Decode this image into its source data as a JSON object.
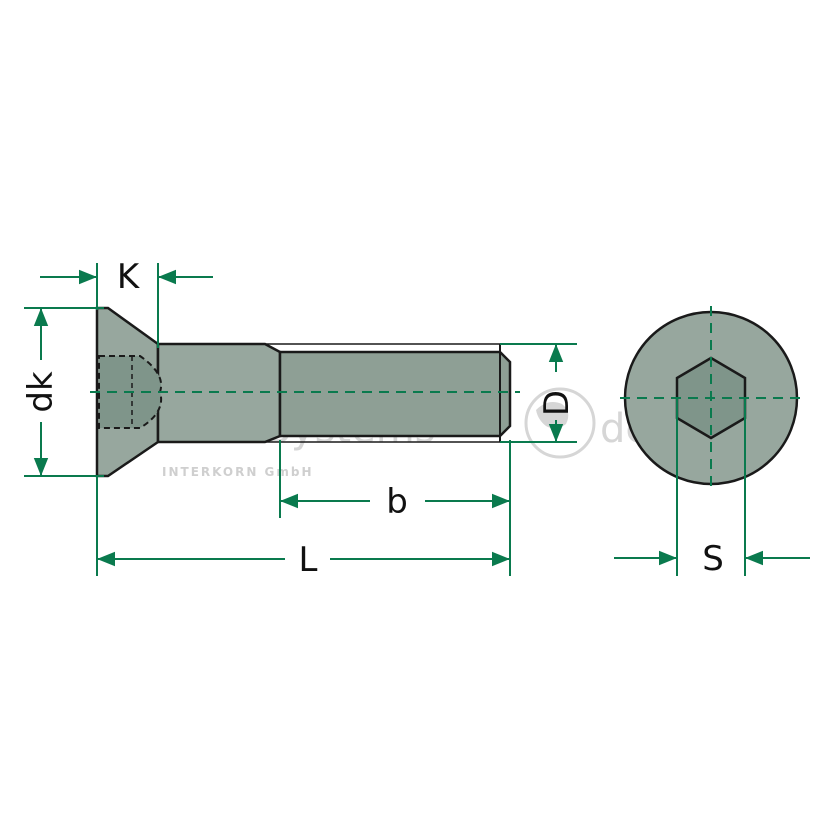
{
  "dimensions": {
    "k": "K",
    "dk": "dk",
    "d": "D",
    "b": "b",
    "l": "L",
    "s": "S"
  },
  "watermark": {
    "brand": "TruckSystems",
    "tld": "de",
    "company": "INTERKORN GmbH",
    "registered": "®"
  },
  "colors": {
    "dimension_line": "#0a7a4e",
    "centerline": "#0a7a4e",
    "body_fill": "#97a79e",
    "outline": "#1a1a1a",
    "watermark": "#d6d6d6"
  }
}
